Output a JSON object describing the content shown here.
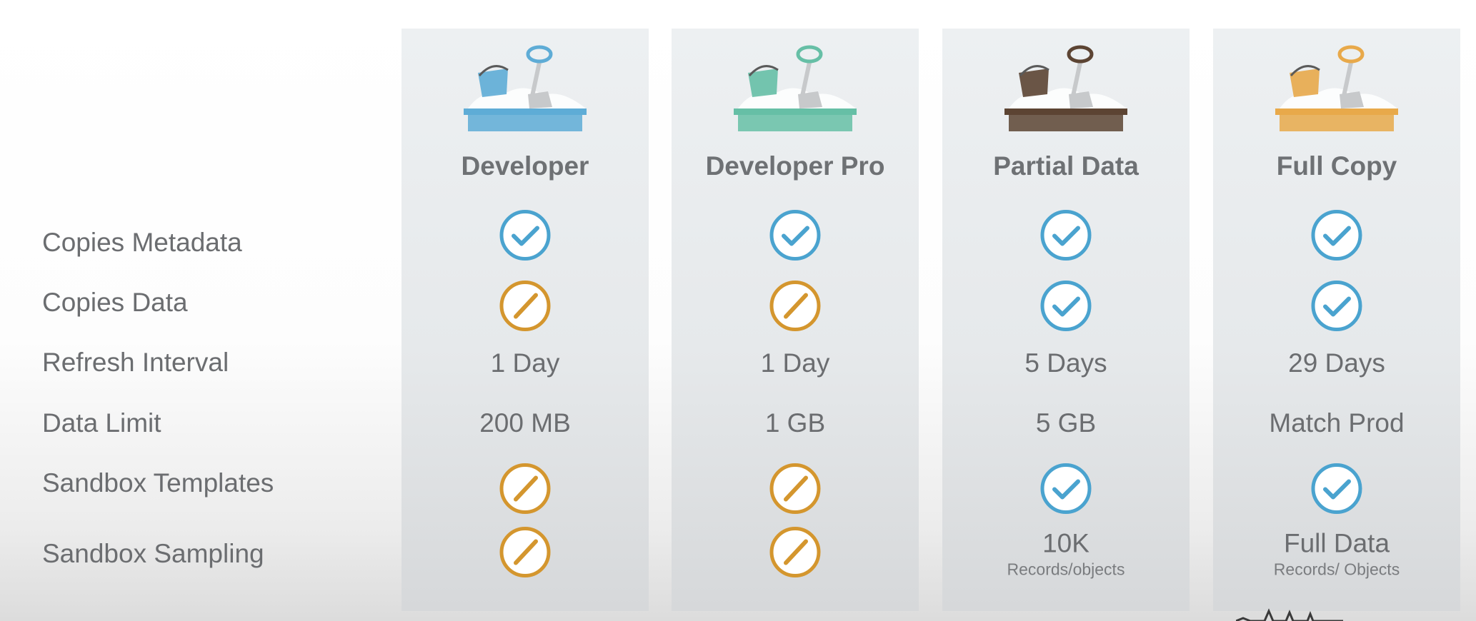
{
  "colors": {
    "check": "#4aa3cf",
    "no": "#d4962e"
  },
  "rows": [
    {
      "label": "Copies Metadata"
    },
    {
      "label": "Copies Data"
    },
    {
      "label": "Refresh Interval"
    },
    {
      "label": "Data Limit"
    },
    {
      "label": "Sandbox Templates"
    },
    {
      "label": "Sandbox Sampling"
    }
  ],
  "columns": [
    {
      "title": "Developer",
      "icon": "sandbox-blue-icon",
      "tray": "#5eacd6",
      "cells": [
        {
          "symbol": "check-circle-icon"
        },
        {
          "symbol": "no-symbol-icon"
        },
        {
          "text": "1 Day"
        },
        {
          "text": "200 MB"
        },
        {
          "symbol": "no-symbol-icon"
        },
        {
          "symbol": "no-symbol-icon"
        }
      ]
    },
    {
      "title": "Developer Pro",
      "icon": "sandbox-teal-icon",
      "tray": "#66bfa6",
      "cells": [
        {
          "symbol": "check-circle-icon"
        },
        {
          "symbol": "no-symbol-icon"
        },
        {
          "text": "1 Day"
        },
        {
          "text": "1 GB"
        },
        {
          "symbol": "no-symbol-icon"
        },
        {
          "symbol": "no-symbol-icon"
        }
      ]
    },
    {
      "title": "Partial Data",
      "icon": "sandbox-brown-icon",
      "tray": "#5c4433",
      "cells": [
        {
          "symbol": "check-circle-icon"
        },
        {
          "symbol": "check-circle-icon"
        },
        {
          "text": "5 Days"
        },
        {
          "text": "5 GB"
        },
        {
          "symbol": "check-circle-icon"
        },
        {
          "text": "10K",
          "sub": "Records/objects"
        }
      ]
    },
    {
      "title": "Full Copy",
      "icon": "sandbox-orange-icon",
      "tray": "#e8a94a",
      "cells": [
        {
          "symbol": "check-circle-icon"
        },
        {
          "symbol": "check-circle-icon"
        },
        {
          "text": "29 Days"
        },
        {
          "text": "Match Prod"
        },
        {
          "symbol": "check-circle-icon"
        },
        {
          "text": "Full Data",
          "sub": "Records/ Objects"
        }
      ]
    }
  ]
}
